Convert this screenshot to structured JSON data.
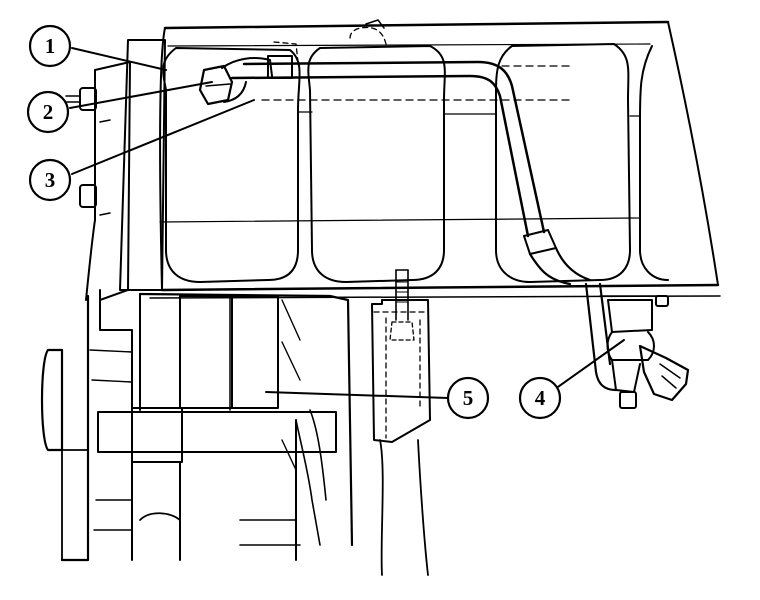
{
  "figure": {
    "callouts": [
      {
        "id": "1",
        "label": "1"
      },
      {
        "id": "2",
        "label": "2"
      },
      {
        "id": "3",
        "label": "3"
      },
      {
        "id": "4",
        "label": "4"
      },
      {
        "id": "5",
        "label": "5"
      }
    ]
  },
  "colors": {
    "line": "#000000",
    "background": "#ffffff"
  }
}
